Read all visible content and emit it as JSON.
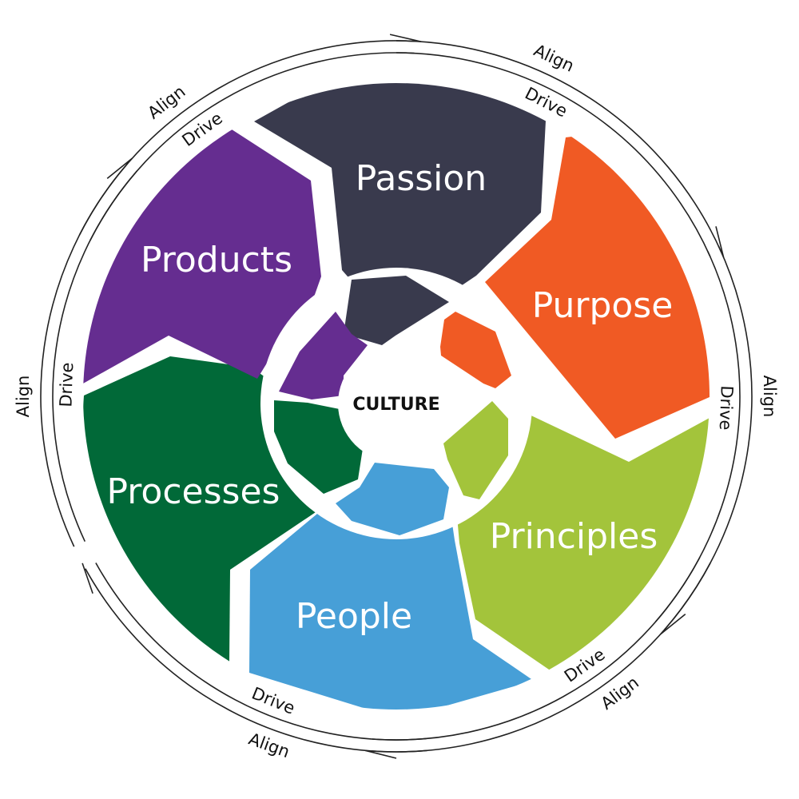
{
  "center": {
    "label": "CULTURE"
  },
  "segments": [
    {
      "id": "passion",
      "label": "Passion",
      "color": "#393a4d"
    },
    {
      "id": "purpose",
      "label": "Purpose",
      "color": "#f05a24"
    },
    {
      "id": "principles",
      "label": "Principles",
      "color": "#a3c43b"
    },
    {
      "id": "people",
      "label": "People",
      "color": "#479fd7"
    },
    {
      "id": "processes",
      "label": "Processes",
      "color": "#016938"
    },
    {
      "id": "products",
      "label": "Products",
      "color": "#652d90"
    }
  ],
  "arrows": [
    {
      "inner_label": "Drive",
      "outer_label": "Align"
    },
    {
      "inner_label": "Drive",
      "outer_label": "Align"
    },
    {
      "inner_label": "Drive",
      "outer_label": "Align"
    },
    {
      "inner_label": "Drive",
      "outer_label": "Align"
    },
    {
      "inner_label": "Drive",
      "outer_label": "Align"
    },
    {
      "inner_label": "Drive",
      "outer_label": "Align"
    }
  ]
}
